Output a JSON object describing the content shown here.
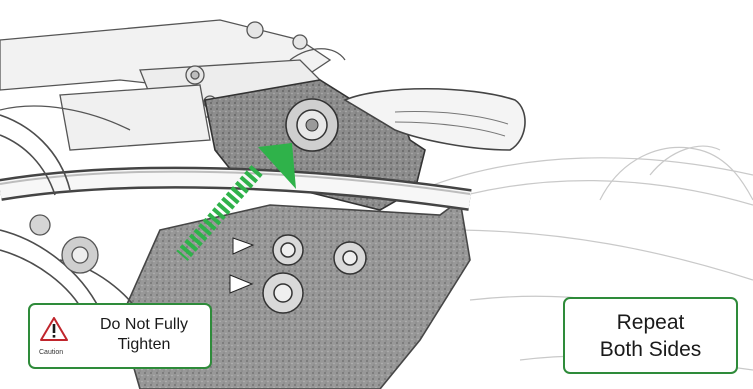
{
  "colors": {
    "arrow": "#2fb24a",
    "callout_border": "#2e8b3a",
    "caution_red": "#c0262d"
  },
  "caution_callout": {
    "icon": "caution-triangle-icon",
    "icon_label": "Caution",
    "line1": "Do Not Fully",
    "line2": "Tighten"
  },
  "repeat_callout": {
    "line1": "Repeat",
    "line2": "Both Sides"
  },
  "arrow": {
    "icon": "dashed-arrow-icon"
  }
}
